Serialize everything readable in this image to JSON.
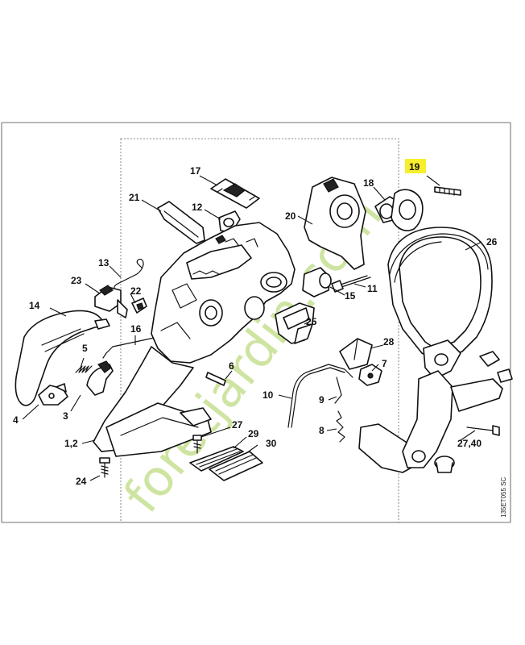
{
  "diagram": {
    "drawing_code": "135ET055 SC",
    "watermark": "foretjardin.com",
    "highlight_color": "#f7ee2c",
    "watermark_color": "#a7cf55",
    "highlighted_callout": "19",
    "callouts": {
      "c17": "17",
      "c21": "21",
      "c12": "12",
      "c20": "20",
      "c18": "18",
      "c19": "19",
      "c26": "26",
      "c13": "13",
      "c23": "23",
      "c22": "22",
      "c11": "11",
      "c15": "15",
      "c14": "14",
      "c16": "16",
      "c25": "25",
      "c5": "5",
      "c28": "28",
      "c7": "7",
      "c6": "6",
      "c10": "10",
      "c9": "9",
      "c4": "4",
      "c3": "3",
      "c27a": "27",
      "c8": "8",
      "c29": "29",
      "c12b": "1,2",
      "c30": "30",
      "c2740": "27,40",
      "c24": "24"
    }
  }
}
